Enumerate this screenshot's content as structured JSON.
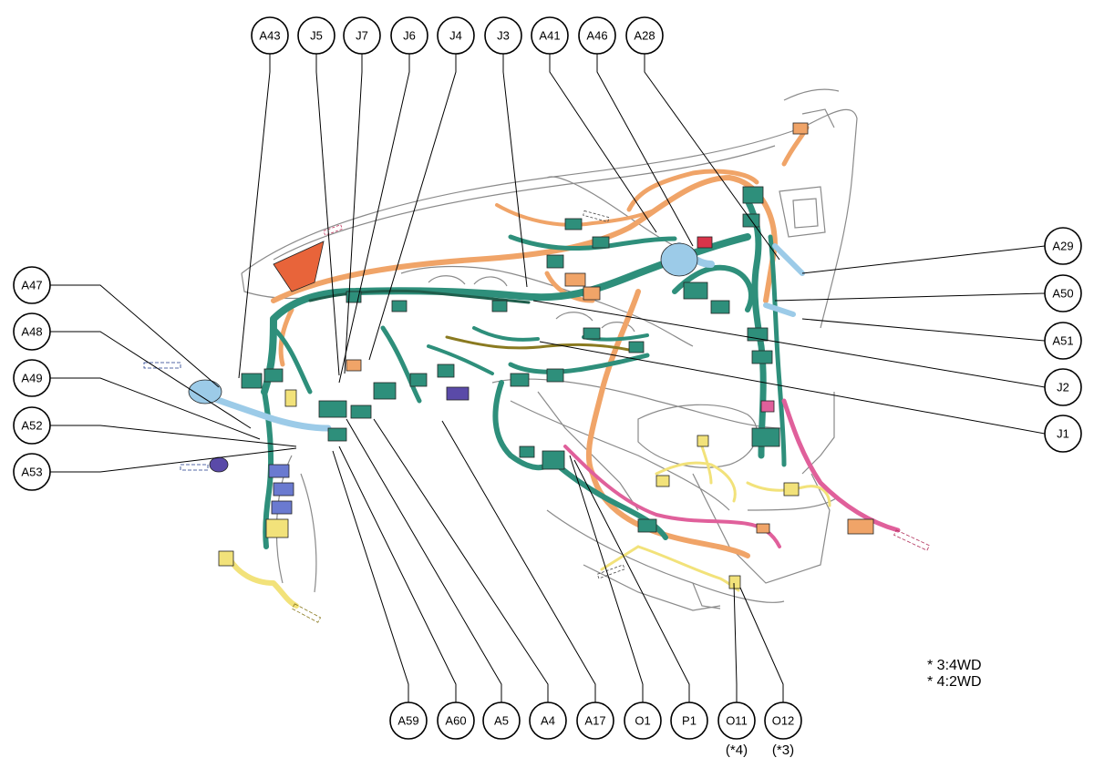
{
  "diagram": {
    "connectors_top": [
      {
        "id": "a43",
        "label": "A43"
      },
      {
        "id": "j5",
        "label": "J5"
      },
      {
        "id": "j7",
        "label": "J7"
      },
      {
        "id": "j6",
        "label": "J6"
      },
      {
        "id": "j4",
        "label": "J4"
      },
      {
        "id": "j3",
        "label": "J3"
      },
      {
        "id": "a41",
        "label": "A41"
      },
      {
        "id": "a46",
        "label": "A46"
      },
      {
        "id": "a28",
        "label": "A28"
      }
    ],
    "connectors_left": [
      {
        "id": "a47",
        "label": "A47"
      },
      {
        "id": "a48",
        "label": "A48"
      },
      {
        "id": "a49",
        "label": "A49"
      },
      {
        "id": "a52",
        "label": "A52"
      },
      {
        "id": "a53",
        "label": "A53"
      }
    ],
    "connectors_right": [
      {
        "id": "a29",
        "label": "A29"
      },
      {
        "id": "a50",
        "label": "A50"
      },
      {
        "id": "a51",
        "label": "A51"
      },
      {
        "id": "j2",
        "label": "J2"
      },
      {
        "id": "j1",
        "label": "J1"
      }
    ],
    "connectors_bottom": [
      {
        "id": "a59",
        "label": "A59"
      },
      {
        "id": "a60",
        "label": "A60"
      },
      {
        "id": "a5",
        "label": "A5"
      },
      {
        "id": "a4",
        "label": "A4"
      },
      {
        "id": "a17",
        "label": "A17"
      },
      {
        "id": "o1",
        "label": "O1"
      },
      {
        "id": "p1",
        "label": "P1"
      },
      {
        "id": "o11",
        "label": "O11",
        "note": "(*4)"
      },
      {
        "id": "o12",
        "label": "O12",
        "note": "(*3)"
      }
    ],
    "footnotes": [
      "* 3:4WD",
      "* 4:2WD"
    ],
    "harness_colors": {
      "main": "#2e8f7b",
      "main_dark": "#1f5e4c",
      "orange": "#f0a468",
      "yellow": "#f2e27a",
      "pink": "#e0609b",
      "blue": "#9ccbe8",
      "purple": "#5a4aa8",
      "red": "#d8344a",
      "outline": "#555555"
    }
  }
}
